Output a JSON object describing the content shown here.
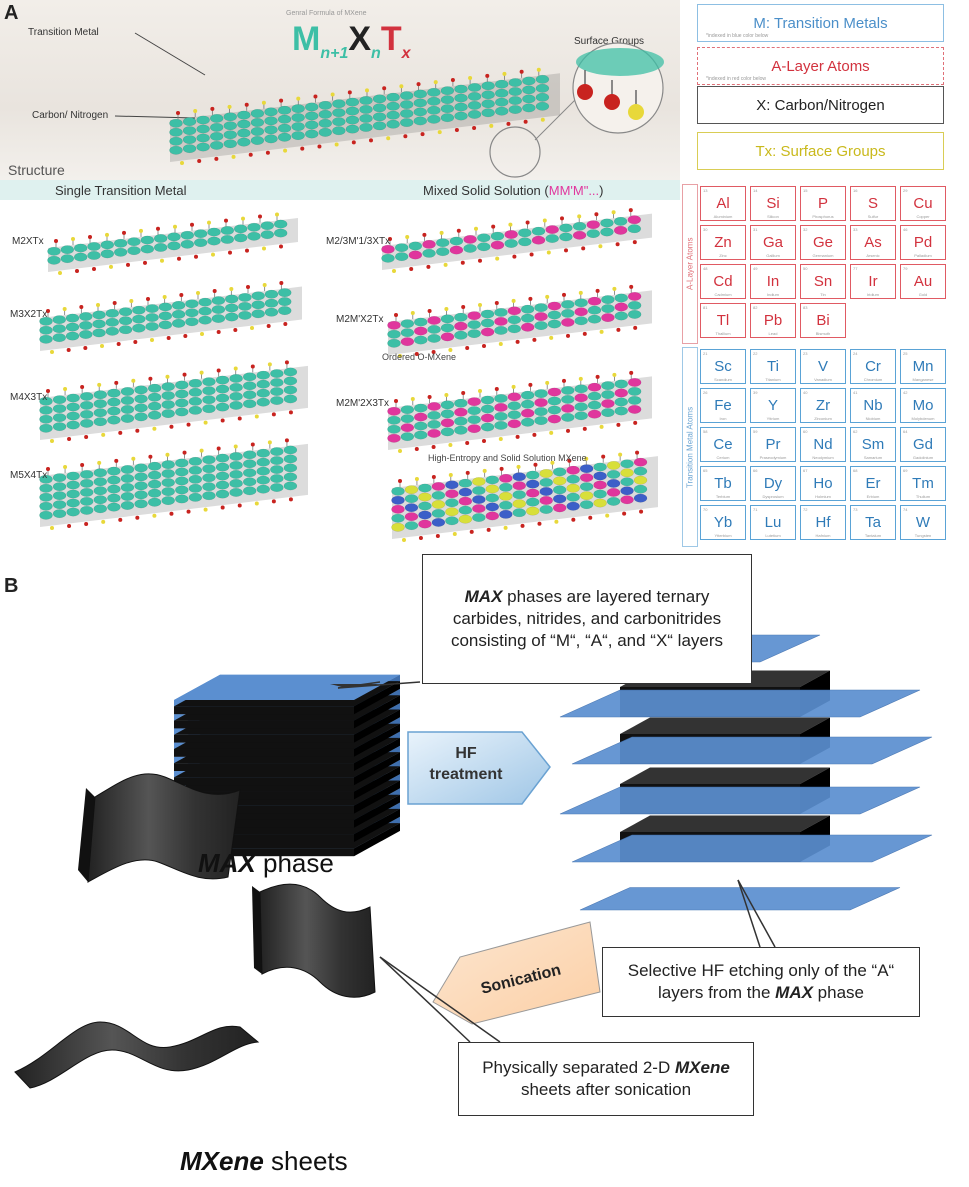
{
  "panel_a": {
    "letter": "A",
    "formula_title": "Genral Formula of MXene",
    "formula": {
      "m": "M",
      "m_sub": "n+1",
      "x": "X",
      "x_sub": "n",
      "t": "T",
      "t_sub": "x"
    },
    "labels": {
      "transition_metal": "Transition Metal",
      "carbon_nitrogen": "Carbon/ Nitrogen",
      "surface_groups": "Surface Groups",
      "structure": "Structure"
    },
    "legend": [
      {
        "text": "M: Transition Metals",
        "sub": "*indexed in blue color below",
        "color": "#4b8fc9"
      },
      {
        "text": "A-Layer Atoms",
        "sub": "*indexed in red color below",
        "color": "#d2323e"
      },
      {
        "text": "X: Carbon/Nitrogen",
        "sub": "",
        "color": "#222222"
      },
      {
        "text": "Tx: Surface Groups",
        "sub": "",
        "color": "#c9b91c"
      }
    ],
    "columns": {
      "single": "Single Transition Metal",
      "mixed_prefix": "Mixed Solid Solution (",
      "mixed_mm": "MM'M\"...",
      "mixed_suffix": ")"
    },
    "rows_single": [
      "M2XTx",
      "M3X2Tx",
      "M4X3Tx",
      "M5X4Tx"
    ],
    "rows_mixed": [
      "M2/3M'1/3XTx",
      "M2M'X2Tx",
      "M2M'2X3Tx"
    ],
    "sublabels": {
      "ordered": "Ordered O-MXene",
      "high_entropy": "High-Entropy and Solid Solution MXene"
    },
    "group_a": "A-Layer Atoms",
    "group_m": "Transition Metal Atoms",
    "a_elements": [
      {
        "n": "13",
        "s": "Al",
        "name": "Aluminium"
      },
      {
        "n": "14",
        "s": "Si",
        "name": "Silicon"
      },
      {
        "n": "15",
        "s": "P",
        "name": "Phosphorus"
      },
      {
        "n": "16",
        "s": "S",
        "name": "Sulfur"
      },
      {
        "n": "29",
        "s": "Cu",
        "name": "Copper"
      },
      {
        "n": "30",
        "s": "Zn",
        "name": "Zinc"
      },
      {
        "n": "31",
        "s": "Ga",
        "name": "Gallium"
      },
      {
        "n": "32",
        "s": "Ge",
        "name": "Germanium"
      },
      {
        "n": "33",
        "s": "As",
        "name": "Arsenic"
      },
      {
        "n": "46",
        "s": "Pd",
        "name": "Palladium"
      },
      {
        "n": "48",
        "s": "Cd",
        "name": "Cadmium"
      },
      {
        "n": "49",
        "s": "In",
        "name": "Indium"
      },
      {
        "n": "50",
        "s": "Sn",
        "name": "Tin"
      },
      {
        "n": "77",
        "s": "Ir",
        "name": "Iridium"
      },
      {
        "n": "79",
        "s": "Au",
        "name": "Gold"
      },
      {
        "n": "81",
        "s": "Tl",
        "name": "Thallium"
      },
      {
        "n": "82",
        "s": "Pb",
        "name": "Lead"
      },
      {
        "n": "83",
        "s": "Bi",
        "name": "Bismuth"
      }
    ],
    "m_elements": [
      {
        "n": "21",
        "s": "Sc",
        "name": "Scandium"
      },
      {
        "n": "22",
        "s": "Ti",
        "name": "Titanium"
      },
      {
        "n": "23",
        "s": "V",
        "name": "Vanadium"
      },
      {
        "n": "24",
        "s": "Cr",
        "name": "Chromium"
      },
      {
        "n": "25",
        "s": "Mn",
        "name": "Manganese"
      },
      {
        "n": "26",
        "s": "Fe",
        "name": "Iron"
      },
      {
        "n": "39",
        "s": "Y",
        "name": "Yttrium"
      },
      {
        "n": "40",
        "s": "Zr",
        "name": "Zirconium"
      },
      {
        "n": "41",
        "s": "Nb",
        "name": "Niobium"
      },
      {
        "n": "42",
        "s": "Mo",
        "name": "Molybdenum"
      },
      {
        "n": "58",
        "s": "Ce",
        "name": "Cerium"
      },
      {
        "n": "59",
        "s": "Pr",
        "name": "Praseodymium"
      },
      {
        "n": "60",
        "s": "Nd",
        "name": "Neodymium"
      },
      {
        "n": "62",
        "s": "Sm",
        "name": "Samarium"
      },
      {
        "n": "64",
        "s": "Gd",
        "name": "Gadolinium"
      },
      {
        "n": "65",
        "s": "Tb",
        "name": "Terbium"
      },
      {
        "n": "66",
        "s": "Dy",
        "name": "Dysprosium"
      },
      {
        "n": "67",
        "s": "Ho",
        "name": "Holmium"
      },
      {
        "n": "68",
        "s": "Er",
        "name": "Erbium"
      },
      {
        "n": "69",
        "s": "Tm",
        "name": "Thulium"
      },
      {
        "n": "70",
        "s": "Yb",
        "name": "Ytterbium"
      },
      {
        "n": "71",
        "s": "Lu",
        "name": "Lutetium"
      },
      {
        "n": "72",
        "s": "Hf",
        "name": "Hafnium"
      },
      {
        "n": "73",
        "s": "Ta",
        "name": "Tantalum"
      },
      {
        "n": "74",
        "s": "W",
        "name": "Tungsten"
      }
    ],
    "colors": {
      "metal": "#3dbfa6",
      "carbon": "#333333",
      "oxygen": "#c8231f",
      "fluorine": "#e8d83a",
      "mixed": "#e0369d"
    }
  },
  "panel_b": {
    "letter": "B",
    "callout_max": {
      "pre": "",
      "bold": "MAX",
      "rest": " phases are layered ternary carbides, nitrides, and carbonitrides consisting of “M“, “A“, and “X“ layers"
    },
    "hf_arrow": {
      "line1": "HF",
      "line2": "treatment"
    },
    "sonication": "Sonication",
    "max_caption": {
      "bold": "MAX",
      "rest": " phase"
    },
    "callout_etch": {
      "pre": "Selective HF etching only of the “A“ layers from the ",
      "bold": "MAX",
      "rest": " phase"
    },
    "callout_sheets": {
      "pre": "Physically separated 2-D ",
      "bold": "MXene",
      "rest": " sheets after sonication"
    },
    "mxene_caption": {
      "bold": "MXene",
      "rest": " sheets"
    },
    "colors": {
      "blue_layer": "#5b8fd0",
      "black_layer": "#111111"
    }
  }
}
